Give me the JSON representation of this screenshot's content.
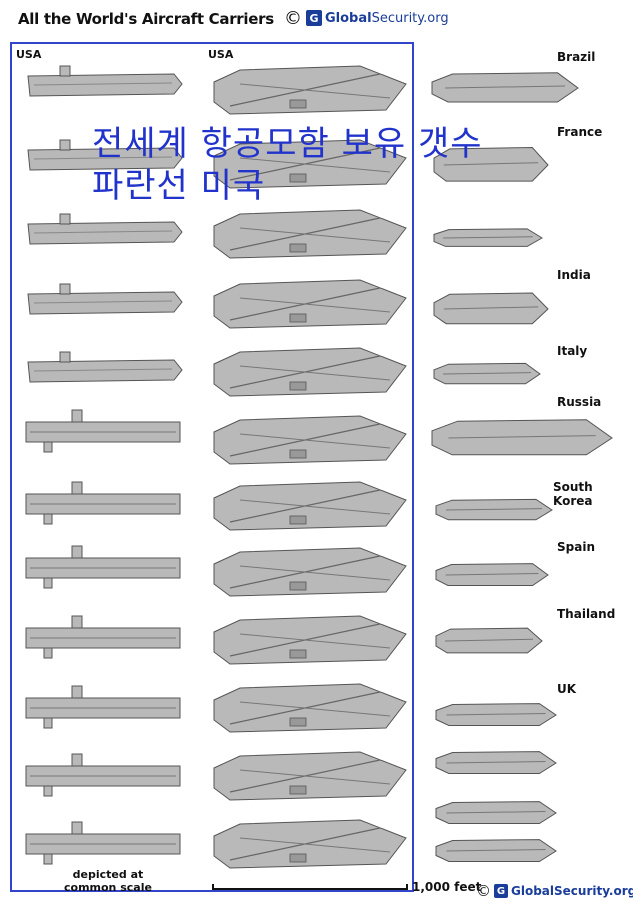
{
  "header": {
    "title": "All the World's Aircraft Carriers",
    "copyright_symbol": "©",
    "logo_name": "GlobalSecurity.org",
    "logo_brand": "Global",
    "logo_suffix": "Security.org"
  },
  "columns": {
    "left_label": "USA",
    "middle_label": "USA"
  },
  "overlay": {
    "line1": "전세계 항공모함 보유 갯수",
    "line2": "파란선 미국",
    "color": "#2233cc"
  },
  "countries": [
    {
      "name": "Brazil"
    },
    {
      "name": "France"
    },
    {
      "name": "India"
    },
    {
      "name": "Italy"
    },
    {
      "name": "Russia"
    },
    {
      "name": "South Korea"
    },
    {
      "name": "Spain"
    },
    {
      "name": "Thailand"
    },
    {
      "name": "UK"
    }
  ],
  "footer": {
    "depicted_line1": "depicted at",
    "depicted_line2": "common scale",
    "feet_label": "1,000 feet"
  },
  "colors": {
    "box_border": "#3344cc",
    "ship_fill": "#b9b9b9",
    "ship_stroke": "#555555"
  }
}
